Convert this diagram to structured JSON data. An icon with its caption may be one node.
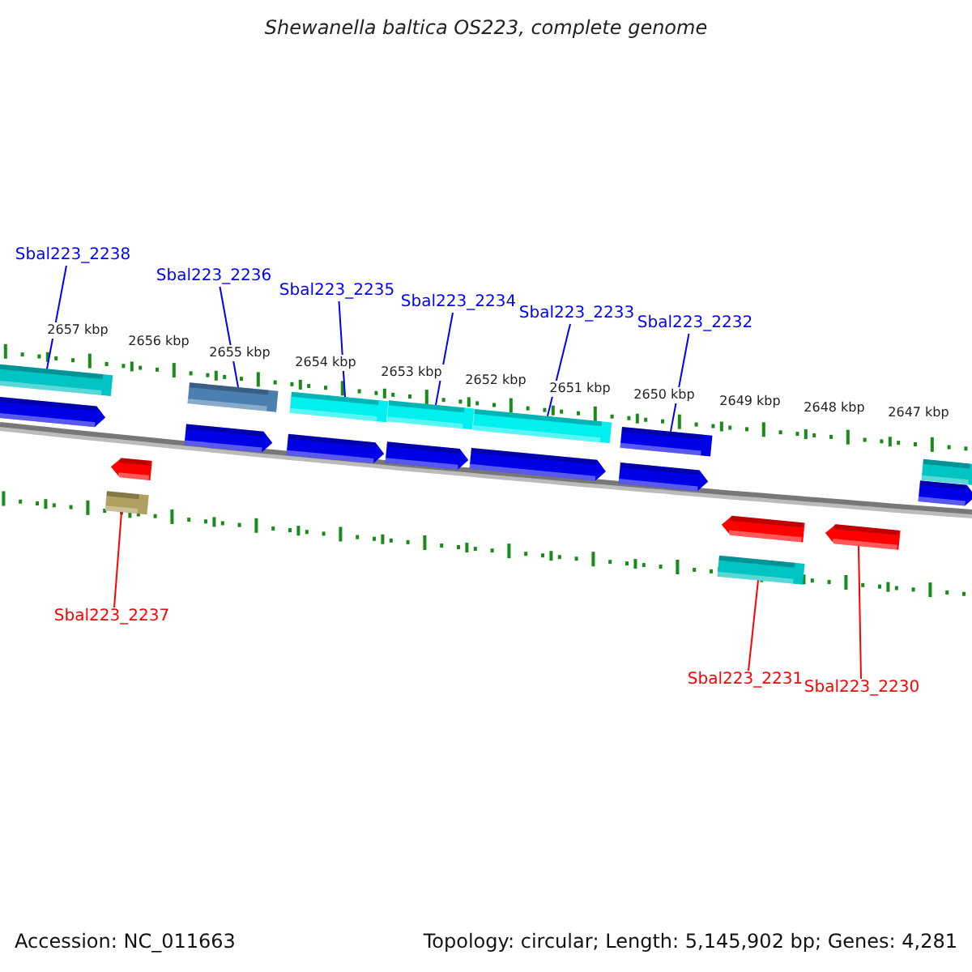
{
  "diagram": {
    "title": "Shewanella baltica OS223, complete genome",
    "nodes": [
      {
        "text": [
          "Sbal223_2238"
        ]
      },
      {
        "text": [
          "Sbal223_2236"
        ]
      },
      {
        "text": [
          "Sbal223_2235"
        ]
      },
      {
        "text": [
          "Sbal223_2234"
        ]
      },
      {
        "text": [
          "Sbal223_2233"
        ]
      },
      {
        "text": [
          "Sbal223_2232"
        ]
      },
      {
        "text": [
          "Sbal223_2237"
        ]
      },
      {
        "text": [
          "Sbal223_2231"
        ]
      },
      {
        "text": [
          "Sbal223_2230"
        ]
      },
      {
        "text": [],
        "shape": "bar"
      },
      {
        "text": [],
        "shape": "arrow"
      },
      {
        "text": [],
        "shape": "bar"
      },
      {
        "text": [],
        "shape": "arrow"
      },
      {
        "text": [],
        "shape": "arrow"
      },
      {
        "text": [],
        "shape": "bar"
      },
      {
        "text": [],
        "shape": "arrow"
      },
      {
        "text": [],
        "shape": "bar"
      },
      {
        "text": [],
        "shape": "arrow"
      },
      {
        "text": [],
        "shape": "bar"
      },
      {
        "text": [],
        "shape": "arrow"
      },
      {
        "text": [],
        "shape": "bar"
      },
      {
        "text": [],
        "shape": "arrow"
      },
      {
        "text": [],
        "shape": "bar"
      },
      {
        "text": [],
        "shape": "bar"
      },
      {
        "text": [],
        "shape": "arrow"
      },
      {
        "text": [],
        "shape": "arrow"
      },
      {
        "text": [],
        "shape": "arrow"
      },
      {
        "text": [],
        "shape": "bar"
      }
    ],
    "edges": [
      {
        "from": 0,
        "to": 9,
        "arrow": "none",
        "color": "#0000ff"
      },
      {
        "from": 1,
        "to": 14,
        "arrow": "none",
        "color": "#0000ff"
      },
      {
        "from": 2,
        "to": 16,
        "arrow": "none",
        "color": "#0000ff"
      },
      {
        "from": 3,
        "to": 18,
        "arrow": "none",
        "color": "#0000ff"
      },
      {
        "from": 4,
        "to": 20,
        "arrow": "none",
        "color": "#0000ff"
      },
      {
        "from": 5,
        "to": 22,
        "arrow": "none",
        "color": "#0000ff"
      },
      {
        "from": 6,
        "to": 11,
        "arrow": "none",
        "color": "#ff0000"
      },
      {
        "from": 7,
        "to": 23,
        "arrow": "none",
        "color": "#ff0000"
      },
      {
        "from": 8,
        "to": 25,
        "arrow": "none",
        "color": "#ff0000"
      }
    ],
    "labels": [
      "2657 kbp",
      "2656 kbp",
      "2655 kbp",
      "2654 kbp",
      "2653 kbp",
      "2652 kbp",
      "2651 kbp",
      "2650 kbp",
      "2649 kbp",
      "2648 kbp",
      "2647 kbp",
      "Accession: NC_011663",
      "Topology: circular; Length: 5,145,902 bp; Genes: 4,281"
    ]
  }
}
